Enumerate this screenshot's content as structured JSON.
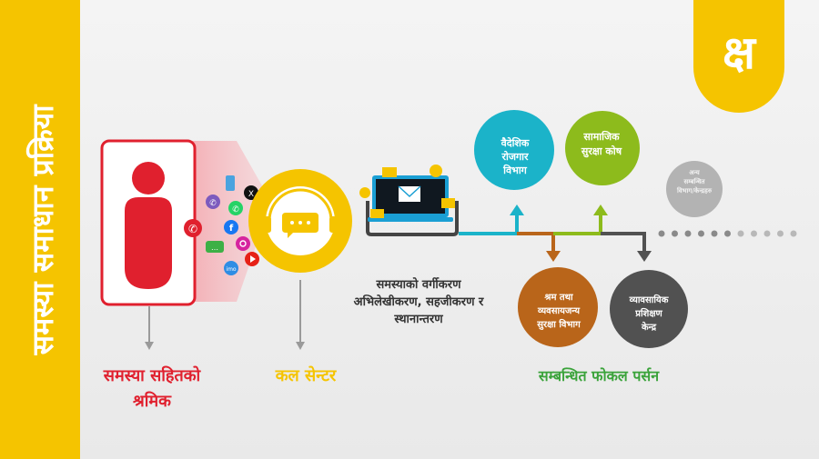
{
  "title": "समस्या समाधान प्रक्रिया",
  "logo_mark": "क्ष",
  "worker": {
    "label": "समस्या सहितको\nश्रमिक"
  },
  "channels": [
    "phone",
    "mobile",
    "viber",
    "x",
    "whatsapp",
    "sms",
    "facebook",
    "instagram",
    "imo",
    "youtube"
  ],
  "call_center": {
    "label": "कल सेन्टर"
  },
  "process": {
    "label": "समस्याको वर्गीकरण\nअभिलेखीकरण, सहजीकरण र\nस्थानान्तरण"
  },
  "focal_persons": {
    "label": "सम्बन्धित फोकल पर्सन"
  },
  "destinations": {
    "foreign_employment": "वैदेशिक\nरोजगार\nविभाग",
    "social_security": "सामाजिक\nसुरक्षा कोष",
    "other": "अन्य\nसम्बन्धित\nविभाग/केन्द्रहरु",
    "labour_safety": "श्रम तथा\nव्यवसायजन्य\nसुरक्षा विभाग",
    "vocational_training": "व्यावसायिक\nप्रशिक्षण\nकेन्द्र"
  },
  "colors": {
    "brand_yellow": "#f5c400",
    "worker_red": "#e0202e",
    "teal": "#1bb3c9",
    "green": "#8dbb1c",
    "brown": "#b9651a",
    "dark_grey": "#515151",
    "light_grey": "#b3b3b3"
  }
}
